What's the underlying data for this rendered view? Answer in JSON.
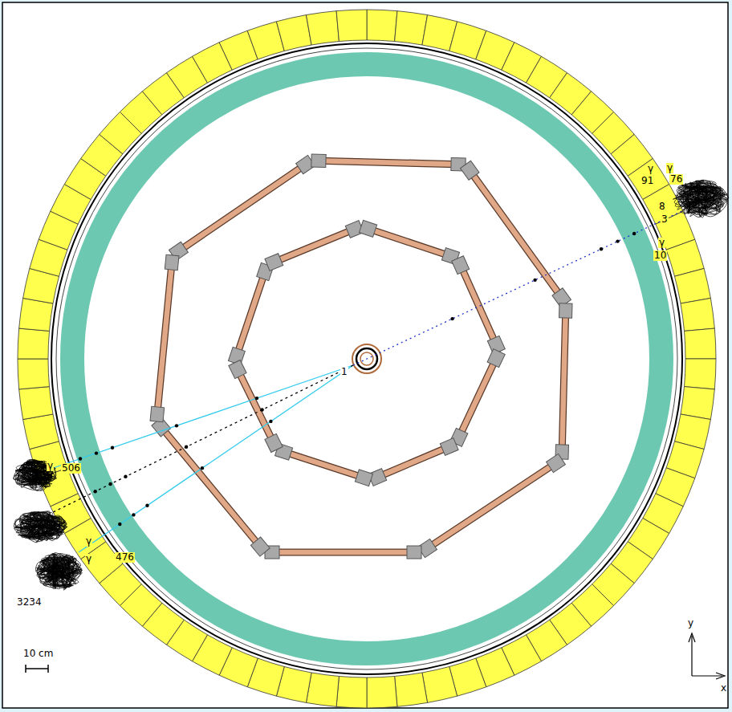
{
  "diagram": {
    "labels": [
      "γ",
      "91",
      "γ",
      "76",
      "8",
      "3",
      "γ",
      "10",
      "1",
      "γ",
      "506",
      "γ",
      "476",
      "γ",
      "3234",
      "10 cm",
      "y",
      "x"
    ]
  }
}
